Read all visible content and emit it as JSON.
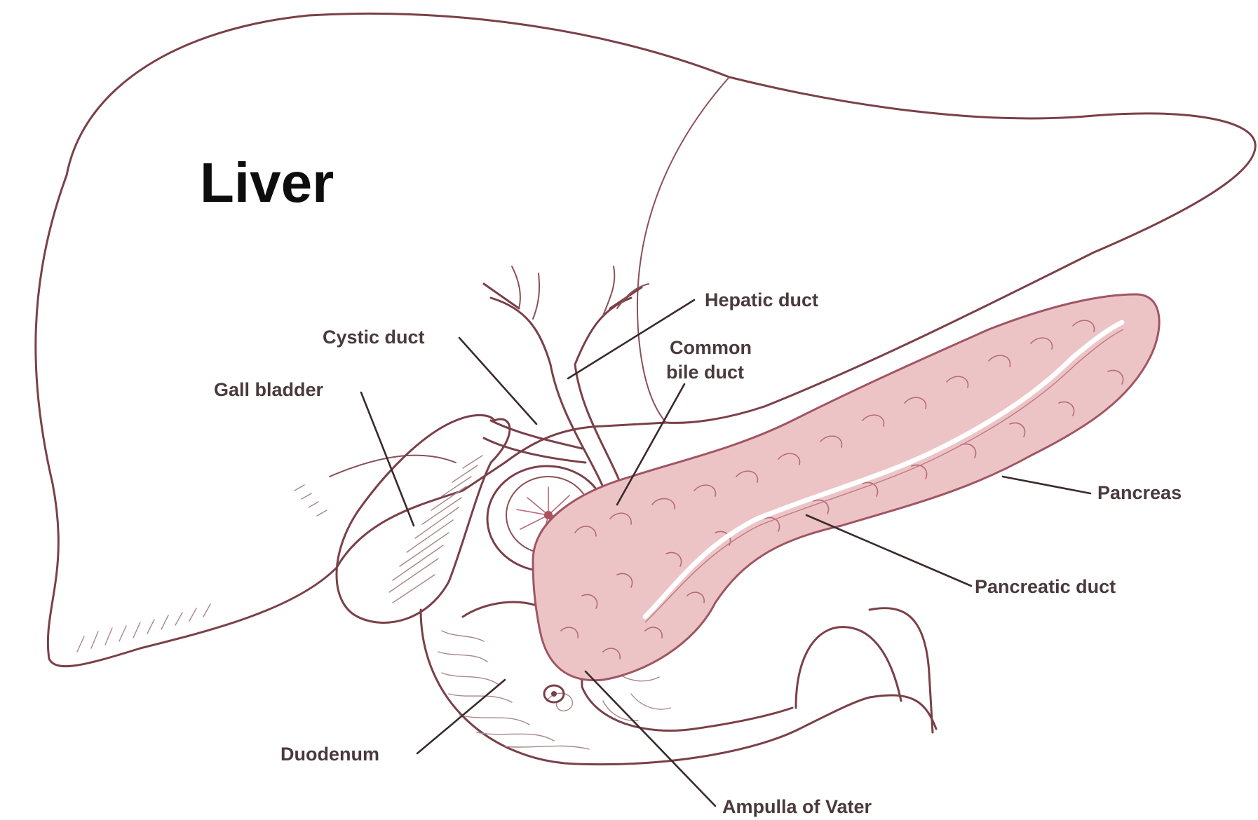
{
  "title": "Liver",
  "labels": {
    "hepatic_duct": "Hepatic duct",
    "cystic_duct": "Cystic duct",
    "common_bile_duct_line1": "Common",
    "common_bile_duct_line2": "bile duct",
    "gall_bladder": "Gall bladder",
    "pancreas": "Pancreas",
    "pancreatic_duct": "Pancreatic duct",
    "duodenum": "Duodenum",
    "ampulla_of_vater": "Ampulla of Vater"
  },
  "colors": {
    "pancreas_fill": "#ecc4c6",
    "outline": "#7a4048",
    "label_text": "#4a3a3c"
  }
}
